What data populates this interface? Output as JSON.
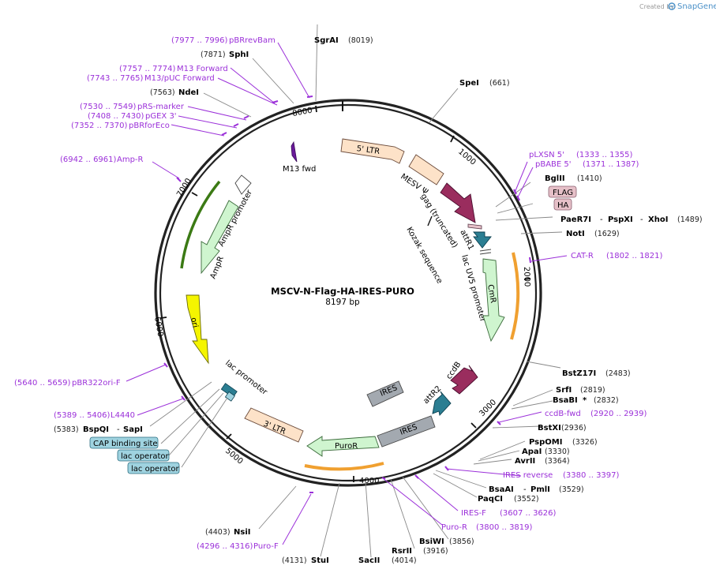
{
  "credit": {
    "created_by": "Created by",
    "brand": "SnapGene"
  },
  "plasmid": {
    "name": "MSCV-N-Flag-HA-IRES-PURO",
    "length": "8197 bp"
  },
  "colors": {
    "ltr": "#fde2c8",
    "gag": "#9a2d5e",
    "att": "#2b7e92",
    "cmr": "#cff5cf",
    "ccdb": "#9a2d5e",
    "ires": "#a3a9b0",
    "puror": "#cff5cf",
    "ori": "#f5f500",
    "ampr": "#cff5cf",
    "primer": "#9b30d9",
    "orange": "#f0a030",
    "darkgreen": "#3b7a14",
    "flag": "#e6c0c8",
    "lacop": "#9fd3e0"
  },
  "ticks": [
    "1000",
    "2000",
    "3000",
    "4000",
    "5000",
    "6000",
    "7000",
    "8000"
  ],
  "features": {
    "ltr5": "5' LTR",
    "mesv": "MESV Ψ",
    "gag": "gag (truncated)",
    "attr1": "attR1",
    "kozak": "Kozak sequence",
    "lacuv5": "lac UV5 promoter",
    "cmr": "CmR",
    "ccdb": "ccdB",
    "attr2": "attR2",
    "ires_a": "IRES",
    "ires_b": "IRES",
    "puror": "PuroR",
    "ltr3": "3' LTR",
    "lacprom": "lac promoter",
    "ori": "ori",
    "ampr": "AmpR",
    "amprprom": "AmpR promoter",
    "m13fwd": "M13 fwd"
  },
  "labels": {
    "sgrai": "SgrAI",
    "sgrai_pos": "(8019)",
    "spei": "SpeI",
    "spei_pos": "(661)",
    "sphi": "SphI",
    "sphi_pos": "(7871)",
    "ndei": "NdeI",
    "ndei_pos": "(7563)",
    "pbrrevbam": "pBRrevBam",
    "pbrrevbam_pos": "(7977 .. 7996)",
    "m13f": "M13 Forward",
    "m13f_pos": "(7757 .. 7774)",
    "m13puc": "M13/pUC Forward",
    "m13puc_pos": "(7743 .. 7765)",
    "prs": "pRS-marker",
    "prs_pos": "(7530 .. 7549)",
    "pgex": "pGEX 3'",
    "pgex_pos": "(7408 .. 7430)",
    "pbrfor": "pBRforEco",
    "pbrfor_pos": "(7352 .. 7370)",
    "ampr_p": "Amp-R",
    "ampr_p_pos": "(6942 .. 6961)",
    "plxsn": "pLXSN 5'",
    "plxsn_pos": "(1333 .. 1355)",
    "pbabe": "pBABE 5'",
    "pbabe_pos": "(1371 .. 1387)",
    "bglii": "BglII",
    "bglii_pos": "(1410)",
    "flag": "FLAG",
    "ha": "HA",
    "paer7i": "PaeR7I",
    "pspxi": "PspXI",
    "xhoi": "XhoI",
    "xhoi_pos": "(1489)",
    "noti": "NotI",
    "noti_pos": "(1629)",
    "catr": "CAT-R",
    "catr_pos": "(1802 .. 1821)",
    "bstz17i": "BstZ17I",
    "bstz17i_pos": "(2483)",
    "srfi": "SrfI",
    "srfi_pos": "(2819)",
    "bsabi": "BsaBI",
    "star": "*",
    "bsabi_pos": "(2832)",
    "ccdbfwd": "ccdB-fwd",
    "ccdbfwd_pos": "(2920 .. 2939)",
    "bstxi": "BstXI",
    "bstxi_pos": "(2936)",
    "pspomi": "PspOMI",
    "pspomi_pos": "(3326)",
    "apai": "ApaI",
    "apai_pos": "(3330)",
    "avrii": "AvrII",
    "avrii_pos": "(3364)",
    "iresrev": "IRES reverse",
    "iresrev_pos": "(3380 .. 3397)",
    "bsaai": "BsaAI",
    "pmli": "PmlI",
    "pmli_pos": "(3529)",
    "paqci": "PaqCI",
    "paqci_pos": "(3552)",
    "iresf": "IRES-F",
    "iresf_pos": "(3607 .. 3626)",
    "puror_p": "Puro-R",
    "puror_p_pos": "(3800 .. 3819)",
    "bsiwi": "BsiWI",
    "bsiwi_pos": "(3856)",
    "rsrii": "RsrII",
    "rsrii_pos": "(3916)",
    "sacii": "SacII",
    "sacii_pos": "(4014)",
    "stui": "StuI",
    "stui_pos": "(4131)",
    "nsii": "NsiI",
    "nsii_pos": "(4403)",
    "purof": "Puro-F",
    "purof_pos": "(4296 .. 4316)",
    "pbr322": "pBR322ori-F",
    "pbr322_pos": "(5640 .. 5659)",
    "l4440": "L4440",
    "l4440_pos": "(5389 .. 5406)",
    "bspqi": "BspQI",
    "sapi": "SapI",
    "bspqi_pos": "(5383)",
    "cap": "CAP binding site",
    "lacop1": "lac operator",
    "lacop2": "lac operator",
    "dash": "-"
  }
}
